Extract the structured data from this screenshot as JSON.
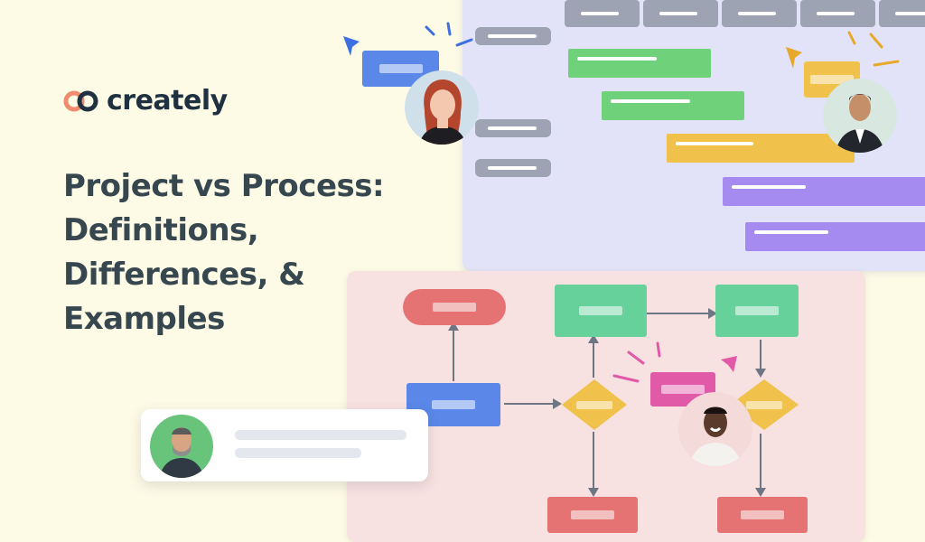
{
  "brand": {
    "name": "creately"
  },
  "heading": {
    "lines": [
      "Project vs Process:",
      "Definitions,",
      "Differences, &",
      "Examples"
    ]
  },
  "colors": {
    "background": "#fdfbe6",
    "heading": "#37474f",
    "gantt_panel": "#e2e3f8",
    "flow_panel": "#f7e1e1",
    "green": "#6fd27a",
    "yellow": "#f0c24b",
    "purple": "#a58af0",
    "red": "#e57373",
    "teal": "#67d19c",
    "blue": "#5a87e8",
    "pink": "#e05aa8"
  },
  "icons": {
    "logo": "creately-logo-icon",
    "cursors": [
      "blue-cursor-icon",
      "yellow-cursor-icon",
      "pink-cursor-icon"
    ]
  }
}
